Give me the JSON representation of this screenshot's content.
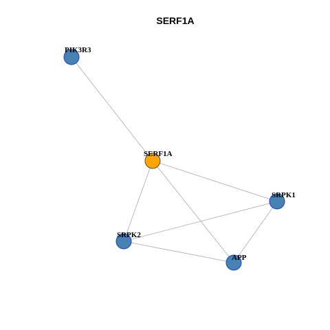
{
  "title": "SERF1A",
  "colors": {
    "hub_fill": "#FFA500",
    "hub_stroke": "#4D4D4D",
    "node_fill": "#4682B4",
    "node_stroke": "#1F3FBF",
    "edge": "#AAAAAA"
  },
  "nodes": [
    {
      "id": "PIK3R3",
      "label": "PIK3R3",
      "role": "neighbor"
    },
    {
      "id": "SERF1A",
      "label": "SERF1A",
      "role": "hub"
    },
    {
      "id": "SRPK1",
      "label": "SRPK1",
      "role": "neighbor"
    },
    {
      "id": "SRPK2",
      "label": "SRPK2",
      "role": "neighbor"
    },
    {
      "id": "APP",
      "label": "APP",
      "role": "neighbor"
    }
  ],
  "edges": [
    [
      "PIK3R3",
      "SERF1A"
    ],
    [
      "SERF1A",
      "SRPK1"
    ],
    [
      "SERF1A",
      "SRPK2"
    ],
    [
      "SERF1A",
      "APP"
    ],
    [
      "SRPK2",
      "SRPK1"
    ],
    [
      "SRPK2",
      "APP"
    ],
    [
      "SRPK1",
      "APP"
    ]
  ]
}
